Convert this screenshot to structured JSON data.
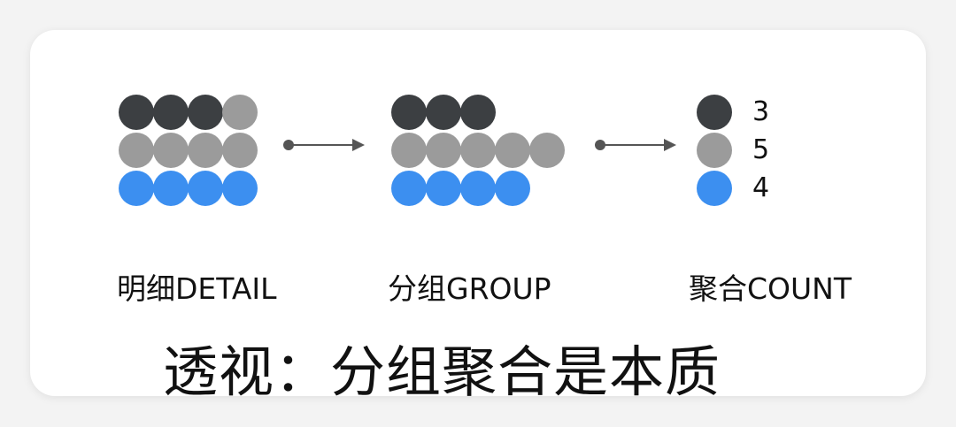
{
  "colors": {
    "dark": "#3c3f42",
    "gray": "#9b9b9b",
    "blue": "#3c8ff0"
  },
  "stages": [
    {
      "label": "明细DETAIL",
      "rows": [
        [
          "dark",
          "dark",
          "dark",
          "gray"
        ],
        [
          "gray",
          "gray",
          "gray",
          "gray"
        ],
        [
          "blue",
          "blue",
          "blue",
          "blue"
        ]
      ]
    },
    {
      "label": "分组GROUP",
      "rows": [
        [
          "dark",
          "dark",
          "dark"
        ],
        [
          "gray",
          "gray",
          "gray",
          "gray",
          "gray"
        ],
        [
          "blue",
          "blue",
          "blue",
          "blue"
        ]
      ]
    },
    {
      "label": "聚合COUNT",
      "rows": [
        [
          "dark"
        ],
        [
          "gray"
        ],
        [
          "blue"
        ]
      ],
      "counts": [
        "3",
        "5",
        "4"
      ]
    }
  ],
  "headline": "透视：分组聚合是本质"
}
